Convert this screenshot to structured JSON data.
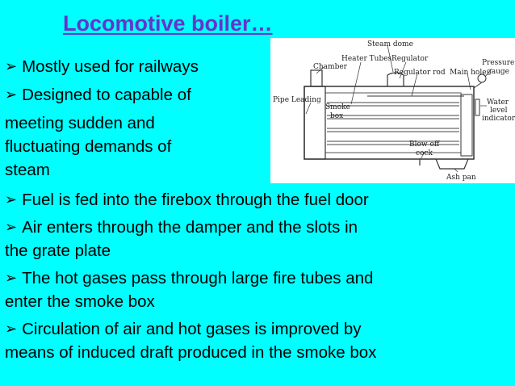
{
  "slide": {
    "title": "Locomotive boiler…",
    "bullet_icon": "arrow-bullet",
    "intro_bullets": [
      {
        "line1": "Mostly used for railways"
      },
      {
        "line1": "Designed to capable of",
        "line2": "meeting sudden and",
        "line3": "fluctuating demands of",
        "line4": "steam"
      }
    ],
    "bullets": [
      {
        "line1": "Fuel is fed into the firebox through the fuel door"
      },
      {
        "line1": "Air enters through the damper and the slots in",
        "line2": "the grate plate"
      },
      {
        "line1": "The hot gases pass through large fire tubes and",
        "line2": "enter the smoke box"
      },
      {
        "line1": "Circulation of air and hot gases is improved by",
        "line2": "means of induced draft produced in the smoke box"
      }
    ]
  },
  "diagram": {
    "labels": {
      "steam_dome": "Steam dome",
      "heater_tubes": "Heater Tubes",
      "regulator": "Regulator",
      "chamber": "Chamber",
      "regulator_rod": "Regulator rod",
      "main_hole": "Main hole",
      "pressure": "Pressure",
      "gauge": "gauge",
      "pipe_leading": "Pipe Leading",
      "smoke": "Smoke",
      "box": "box",
      "water": "Water",
      "level": "level",
      "indicator": "indicator",
      "blow_off": "Blow off",
      "cock": "cock",
      "ash_pan": "Ash pan"
    }
  }
}
